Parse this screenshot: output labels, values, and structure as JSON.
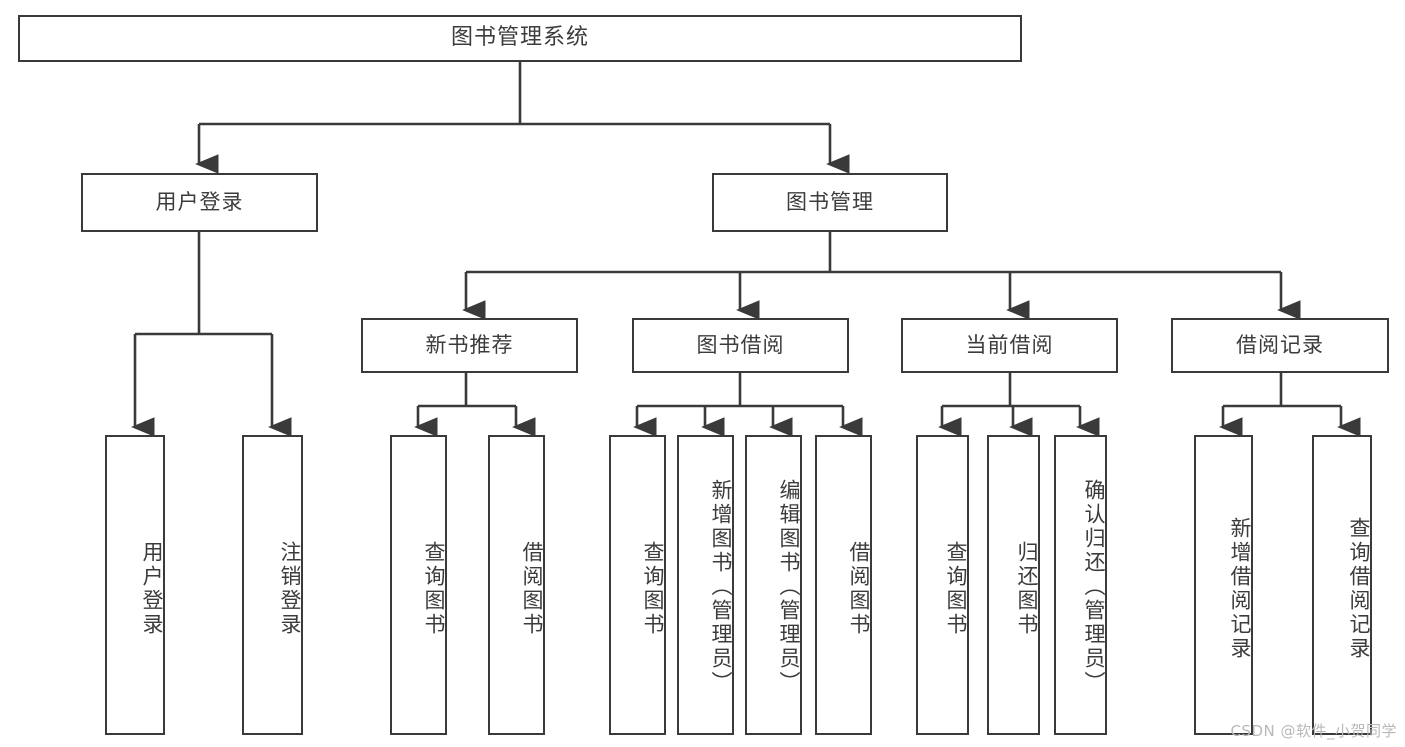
{
  "diagram": {
    "type": "tree-hierarchy-chart",
    "title_box": {
      "label": "图书管理系统"
    },
    "colors": {
      "stroke": "#3a3a3a",
      "text": "#3c3c3c",
      "background": "#ffffff",
      "watermark": "#b9b9b9"
    },
    "level1": [
      {
        "label": "用户登录"
      },
      {
        "label": "图书管理"
      }
    ],
    "level2": [
      {
        "label": "新书推荐"
      },
      {
        "label": "图书借阅"
      },
      {
        "label": "当前借阅"
      },
      {
        "label": "借阅记录"
      }
    ],
    "leaves": {
      "user_login": [
        {
          "label": "用户登录"
        },
        {
          "label": "注销登录"
        }
      ],
      "new_book_recommend": [
        {
          "label": "查询图书"
        },
        {
          "label": "借阅图书"
        }
      ],
      "book_borrow": [
        {
          "label": "查询图书"
        },
        {
          "label": "新增图书（管理员）"
        },
        {
          "label": "编辑图书（管理员）"
        },
        {
          "label": "借阅图书"
        }
      ],
      "current_borrow": [
        {
          "label": "查询图书"
        },
        {
          "label": "归还图书"
        },
        {
          "label": "确认归还（管理员）"
        }
      ],
      "borrow_record": [
        {
          "label": "新增借阅记录"
        },
        {
          "label": "查询借阅记录"
        }
      ]
    }
  },
  "watermark": {
    "text": "CSDN @软件_小贺同学"
  }
}
